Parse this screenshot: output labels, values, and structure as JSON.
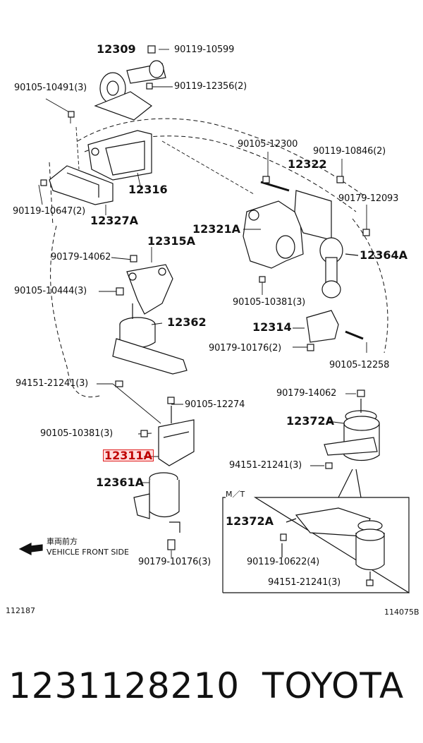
{
  "parts": {
    "p12309": "12309",
    "p90119_10599": "90119-10599",
    "p90105_10491": "90105-10491(3)",
    "p90119_12356": "90119-12356(2)",
    "p90105_12300": "90105-12300",
    "p90119_10846": "90119-10846(2)",
    "p12322": "12322",
    "p12316": "12316",
    "p90119_10647": "90119-10647(2)",
    "p12327A": "12327A",
    "p90179_12093": "90179-12093",
    "p12321A": "12321A",
    "p12315A": "12315A",
    "p12364A": "12364A",
    "p90179_14062a": "90179-14062",
    "p90105_10444": "90105-10444(3)",
    "p90105_10381a": "90105-10381(3)",
    "p12362": "12362",
    "p12314": "12314",
    "p90179_10176a": "90179-10176(2)",
    "p90105_12258": "90105-12258",
    "p94151_21241a": "94151-21241(3)",
    "p90179_14062b": "90179-14062",
    "p90105_12274": "90105-12274",
    "p12372A_a": "12372A",
    "p90105_10381b": "90105-10381(3)",
    "p12311A": "12311A",
    "p94151_21241b": "94151-21241(3)",
    "p12361A": "12361A",
    "p12372A_b": "12372A",
    "p90119_10622": "90119-10622(4)",
    "p90179_10176b": "90179-10176(3)",
    "p94151_21241c": "94151-21241(3)"
  },
  "notes": {
    "vehicle_front_jp": "車両前方",
    "vehicle_front_en": "VEHICLE FRONT SIDE",
    "mt": "M／T",
    "code_left": "112187",
    "code_right": "114075B"
  },
  "footer": {
    "part_number": "1231128210",
    "brand": "TOYOTA"
  }
}
